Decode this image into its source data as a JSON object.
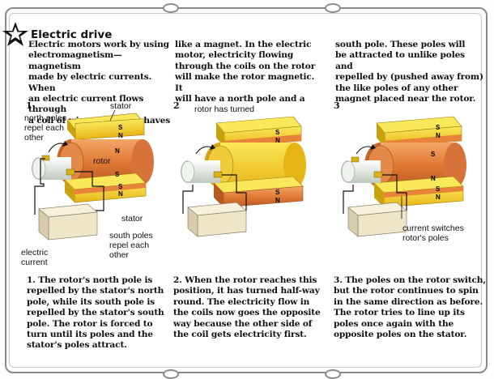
{
  "section": {
    "title": "Electric drive"
  },
  "intro": {
    "col1": [
      "Electric motors work by using",
      "electromagnetism—magnetism",
      "made by electric currents. When",
      "an electric current flows through",
      "a coil of wire, the coil behaves"
    ],
    "col2": [
      "like a magnet. In the electric",
      "motor, electricity flowing",
      "through the coils on the rotor",
      "will make the rotor magnetic. It",
      "will have a north pole and a"
    ],
    "col3": [
      "south pole. These poles will",
      "be attracted to unlike poles and",
      "repelled by (pushed away from)",
      "the like poles of any other",
      "magnet placed near the rotor."
    ]
  },
  "steps": [
    {
      "number": "1",
      "labels": {
        "stator_top": "stator",
        "north_poles": [
          "north poles",
          "repel each",
          "other"
        ],
        "rotor": "rotor",
        "stator_bottom": "stator",
        "south_poles": [
          "south poles",
          "repel each",
          "other"
        ],
        "electric_current": [
          "electric",
          "current"
        ]
      },
      "caption": [
        "1. The rotor's north pole is",
        "repelled by the stator's north",
        "pole, while its south pole is",
        "repelled by the stator's south",
        "pole. The rotor is forced to",
        "turn until its poles and the",
        "stator's poles attract."
      ]
    },
    {
      "number": "2",
      "labels": {
        "rotor_turned": "rotor has turned"
      },
      "caption": [
        "2. When the rotor reaches this",
        "position, it has turned half-way",
        "round. The electricity flow in",
        "the coils now goes the opposite",
        "way because the other side of",
        "the coil gets electricity first."
      ]
    },
    {
      "number": "3",
      "labels": {
        "current_switches": [
          "current switches",
          "rotor's poles"
        ]
      },
      "caption": [
        "3. The poles on the rotor switch,",
        "but the rotor continues to spin",
        "in the same direction as before.",
        "The rotor tries to line up its",
        "poles once again with the",
        "opposite poles on the stator."
      ]
    }
  ],
  "pole_letters": {
    "north": "N",
    "south": "S"
  },
  "colors": {
    "stator": "#f5d321",
    "stator_dark": "#c9a210",
    "rotor": "#e6823a",
    "rotor_dark": "#b85a20",
    "shaft": "#dfe7de",
    "battery": "#efe7cf",
    "frame": "#8a8a8a"
  },
  "icons": [
    "star-icon",
    "arrow-icon"
  ]
}
